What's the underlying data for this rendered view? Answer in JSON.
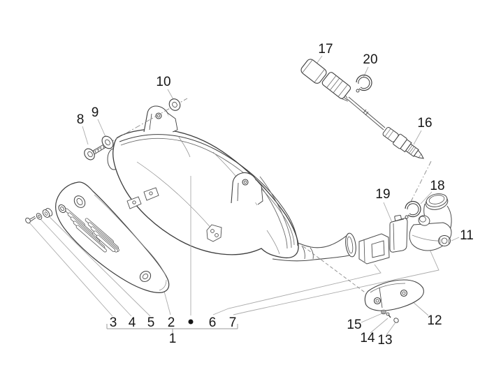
{
  "diagram": {
    "figure_type": "exploded-parts-diagram",
    "background_color": "#ffffff",
    "line_color": "#3d3d3d",
    "leader_color": "#ababab",
    "label_color": "#161616",
    "callouts": {
      "c1": {
        "label": "1"
      },
      "c2": {
        "label": "2"
      },
      "c3": {
        "label": "3"
      },
      "c4": {
        "label": "4"
      },
      "c5": {
        "label": "5"
      },
      "c6": {
        "label": "6"
      },
      "c7": {
        "label": "7"
      },
      "c8": {
        "label": "8"
      },
      "c9": {
        "label": "9"
      },
      "c10": {
        "label": "10"
      },
      "c11": {
        "label": "11"
      },
      "c12": {
        "label": "12"
      },
      "c13": {
        "label": "13"
      },
      "c14": {
        "label": "14"
      },
      "c15": {
        "label": "15"
      },
      "c16": {
        "label": "16"
      },
      "c17": {
        "label": "17"
      },
      "c18": {
        "label": "18"
      },
      "c19": {
        "label": "19"
      },
      "c20": {
        "label": "20"
      }
    },
    "assembly_row": {
      "order": [
        "3",
        "4",
        "5",
        "2",
        "•",
        "6",
        "7"
      ],
      "group_label": "1"
    }
  }
}
